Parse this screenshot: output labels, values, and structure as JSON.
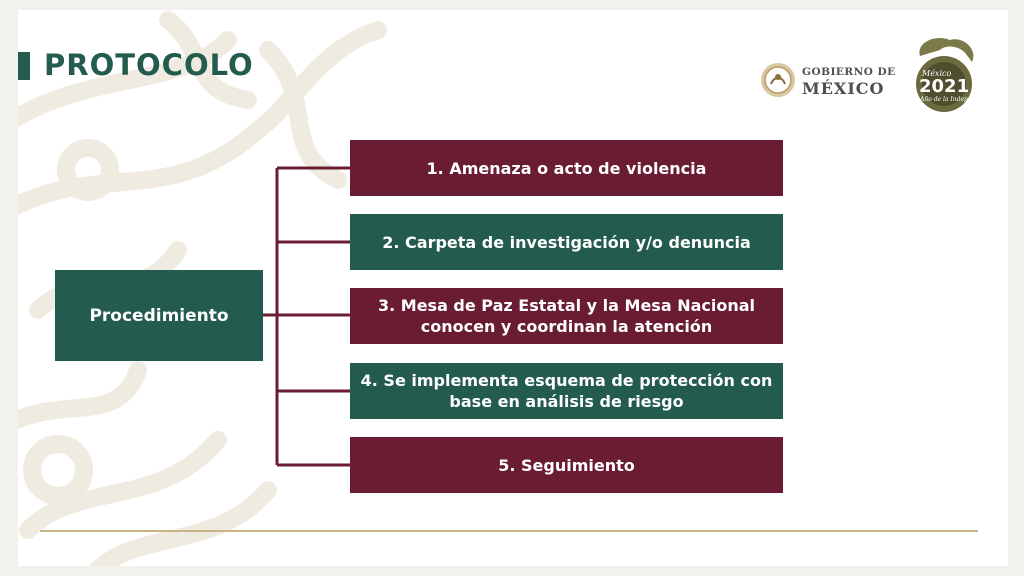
{
  "header": {
    "title": "PROTOCOLO"
  },
  "logos": {
    "gobierno_line1": "GOBIERNO DE",
    "gobierno_line2": "MÉXICO",
    "anniversary_line1": "México",
    "anniversary_year": "2021",
    "anniversary_line3": "Año de la Independencia"
  },
  "diagram": {
    "root_label": "Procedimiento",
    "steps": [
      {
        "label": "1. Amenaza o acto de violencia",
        "color": "#691c32"
      },
      {
        "label": "2. Carpeta de investigación y/o denuncia",
        "color": "#235b4e"
      },
      {
        "label": "3. Mesa de Paz Estatal y la Mesa Nacional conocen y coordinan la atención",
        "color": "#691c32"
      },
      {
        "label": "4. Se implementa esquema de protección con base en análisis de riesgo",
        "color": "#235b4e"
      },
      {
        "label": "5. Seguimiento",
        "color": "#691c32"
      }
    ]
  },
  "colors": {
    "green": "#235b4e",
    "maroon": "#691c32",
    "gold": "#c9b486"
  }
}
